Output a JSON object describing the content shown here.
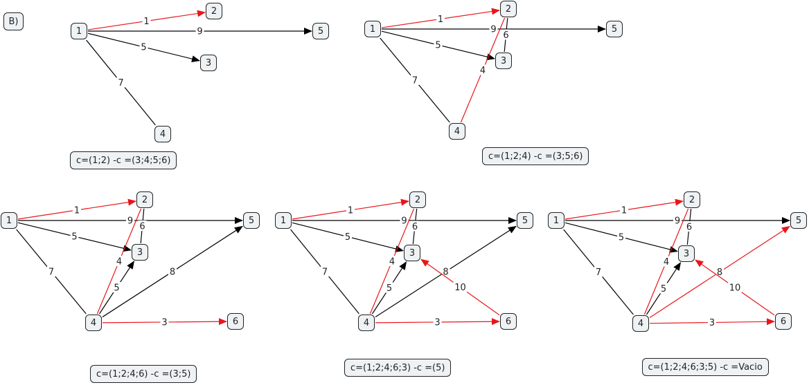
{
  "section_label": "B)",
  "colors": {
    "highlight": "#e8161b",
    "normal": "#000000",
    "node_fill": "#eef2f4"
  },
  "panels": [
    {
      "caption": "c=(1;2) -c =(3;4;5;6)",
      "nodes": [
        "1",
        "2",
        "3",
        "4",
        "5"
      ],
      "edges": [
        {
          "from": "1",
          "to": "2",
          "weight": "1",
          "highlighted": true,
          "directed": true
        },
        {
          "from": "1",
          "to": "5",
          "weight": "9",
          "highlighted": false,
          "directed": true
        },
        {
          "from": "1",
          "to": "3",
          "weight": "5",
          "highlighted": false,
          "directed": true
        },
        {
          "from": "1",
          "to": "4",
          "weight": "7",
          "highlighted": false,
          "directed": false
        }
      ]
    },
    {
      "caption": "c=(1;2;4) -c =(3;5;6)",
      "nodes": [
        "1",
        "2",
        "3",
        "4",
        "5"
      ],
      "edges": [
        {
          "from": "1",
          "to": "2",
          "weight": "1",
          "highlighted": true,
          "directed": true
        },
        {
          "from": "1",
          "to": "5",
          "weight": "9",
          "highlighted": false,
          "directed": true
        },
        {
          "from": "1",
          "to": "3",
          "weight": "5",
          "highlighted": false,
          "directed": true
        },
        {
          "from": "1",
          "to": "4",
          "weight": "7",
          "highlighted": false,
          "directed": false
        },
        {
          "from": "4",
          "to": "2",
          "weight": "4",
          "highlighted": true,
          "directed": false
        },
        {
          "from": "2",
          "to": "3",
          "weight": "6",
          "highlighted": false,
          "directed": false
        }
      ]
    },
    {
      "caption": "c=(1;2;4;6) -c =(3;5)",
      "nodes": [
        "1",
        "2",
        "3",
        "4",
        "5",
        "6"
      ],
      "edges": [
        {
          "from": "1",
          "to": "2",
          "weight": "1",
          "highlighted": true,
          "directed": true
        },
        {
          "from": "1",
          "to": "5",
          "weight": "9",
          "highlighted": false,
          "directed": true
        },
        {
          "from": "1",
          "to": "3",
          "weight": "5",
          "highlighted": false,
          "directed": true
        },
        {
          "from": "1",
          "to": "4",
          "weight": "7",
          "highlighted": false,
          "directed": false
        },
        {
          "from": "4",
          "to": "2",
          "weight": "4",
          "highlighted": true,
          "directed": false
        },
        {
          "from": "2",
          "to": "3",
          "weight": "6",
          "highlighted": false,
          "directed": false
        },
        {
          "from": "4",
          "to": "3",
          "weight": "5",
          "highlighted": false,
          "directed": true
        },
        {
          "from": "4",
          "to": "5",
          "weight": "8",
          "highlighted": false,
          "directed": true
        },
        {
          "from": "4",
          "to": "6",
          "weight": "3",
          "highlighted": true,
          "directed": true
        }
      ]
    },
    {
      "caption": "c=(1;2;4;6;3) -c =(5)",
      "nodes": [
        "1",
        "2",
        "3",
        "4",
        "5",
        "6"
      ],
      "edges": [
        {
          "from": "1",
          "to": "2",
          "weight": "1",
          "highlighted": true,
          "directed": true
        },
        {
          "from": "1",
          "to": "5",
          "weight": "9",
          "highlighted": false,
          "directed": true
        },
        {
          "from": "1",
          "to": "3",
          "weight": "5",
          "highlighted": false,
          "directed": true
        },
        {
          "from": "1",
          "to": "4",
          "weight": "7",
          "highlighted": false,
          "directed": false
        },
        {
          "from": "4",
          "to": "2",
          "weight": "4",
          "highlighted": true,
          "directed": false
        },
        {
          "from": "2",
          "to": "3",
          "weight": "6",
          "highlighted": false,
          "directed": false
        },
        {
          "from": "4",
          "to": "3",
          "weight": "5",
          "highlighted": false,
          "directed": true
        },
        {
          "from": "4",
          "to": "5",
          "weight": "8",
          "highlighted": false,
          "directed": true
        },
        {
          "from": "4",
          "to": "6",
          "weight": "3",
          "highlighted": true,
          "directed": true
        },
        {
          "from": "6",
          "to": "3",
          "weight": "10",
          "highlighted": true,
          "directed": true
        }
      ]
    },
    {
      "caption": "c=(1;2;4;6;3;5) -c =Vacio",
      "nodes": [
        "1",
        "2",
        "3",
        "4",
        "5",
        "6"
      ],
      "edges": [
        {
          "from": "1",
          "to": "2",
          "weight": "1",
          "highlighted": true,
          "directed": true
        },
        {
          "from": "1",
          "to": "5",
          "weight": "9",
          "highlighted": false,
          "directed": true
        },
        {
          "from": "1",
          "to": "3",
          "weight": "5",
          "highlighted": false,
          "directed": true
        },
        {
          "from": "1",
          "to": "4",
          "weight": "7",
          "highlighted": false,
          "directed": false
        },
        {
          "from": "4",
          "to": "2",
          "weight": "4",
          "highlighted": true,
          "directed": false
        },
        {
          "from": "2",
          "to": "3",
          "weight": "6",
          "highlighted": false,
          "directed": false
        },
        {
          "from": "4",
          "to": "3",
          "weight": "5",
          "highlighted": false,
          "directed": true
        },
        {
          "from": "4",
          "to": "5",
          "weight": "8",
          "highlighted": true,
          "directed": true
        },
        {
          "from": "4",
          "to": "6",
          "weight": "3",
          "highlighted": true,
          "directed": true
        },
        {
          "from": "6",
          "to": "3",
          "weight": "10",
          "highlighted": true,
          "directed": true
        }
      ]
    }
  ]
}
